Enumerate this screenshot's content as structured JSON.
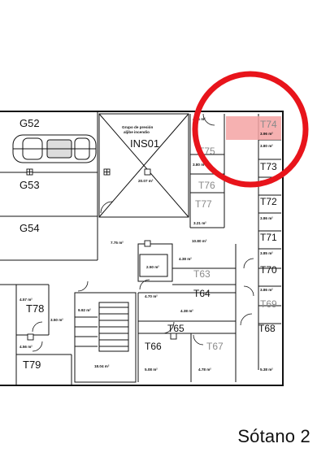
{
  "title": "Sótano 2",
  "spaces": [
    {
      "id": "g52",
      "code": "G52",
      "area": ""
    },
    {
      "id": "g53",
      "code": "G53",
      "area": ""
    },
    {
      "id": "g54",
      "code": "G54",
      "area": ""
    },
    {
      "id": "ins01",
      "code": "INS01",
      "area": "20.07 m²",
      "note": "Grupo de presión\naljibe incendio"
    },
    {
      "id": "t63",
      "code": "T63",
      "area": "4.38 m²"
    },
    {
      "id": "t64",
      "code": "T64",
      "area": "4.38 m²"
    },
    {
      "id": "t65",
      "code": "T65",
      "area": ""
    },
    {
      "id": "t66",
      "code": "T66",
      "area": "5.08 m²"
    },
    {
      "id": "t67",
      "code": "T67",
      "area": "4.78 m²"
    },
    {
      "id": "t68",
      "code": "T68",
      "area": "5.38 m²"
    },
    {
      "id": "t69",
      "code": "T69",
      "area": "3.86 m²"
    },
    {
      "id": "t70",
      "code": "T70",
      "area": "3.85 m²"
    },
    {
      "id": "t71",
      "code": "T71",
      "area": "3.86 m²"
    },
    {
      "id": "t72",
      "code": "T72",
      "area": "3.80 m²"
    },
    {
      "id": "t73",
      "code": "T73",
      "area": "3.80 m²"
    },
    {
      "id": "t74",
      "code": "T74",
      "area": "3.96 m²"
    },
    {
      "id": "t75",
      "code": "T75",
      "area": "4.36 m²"
    },
    {
      "id": "t76",
      "code": "T76",
      "area": "3.80 m²"
    },
    {
      "id": "t77",
      "code": "T77",
      "area": "3.21 m²"
    },
    {
      "id": "t78",
      "code": "T78",
      "area": "4.57 m²"
    },
    {
      "id": "t79",
      "code": "T79",
      "area": "4.56 m²"
    }
  ],
  "misc_areas": [
    "7.75 m²",
    "10.80 m²",
    "3.50 m²",
    "9.92 m²",
    "4.70 m²",
    "2.50 m²",
    "18.04 m²",
    "2.50 m²"
  ],
  "highlight": {
    "target": "T74",
    "color": "#e8141b",
    "fill": "#f2a9a6"
  }
}
